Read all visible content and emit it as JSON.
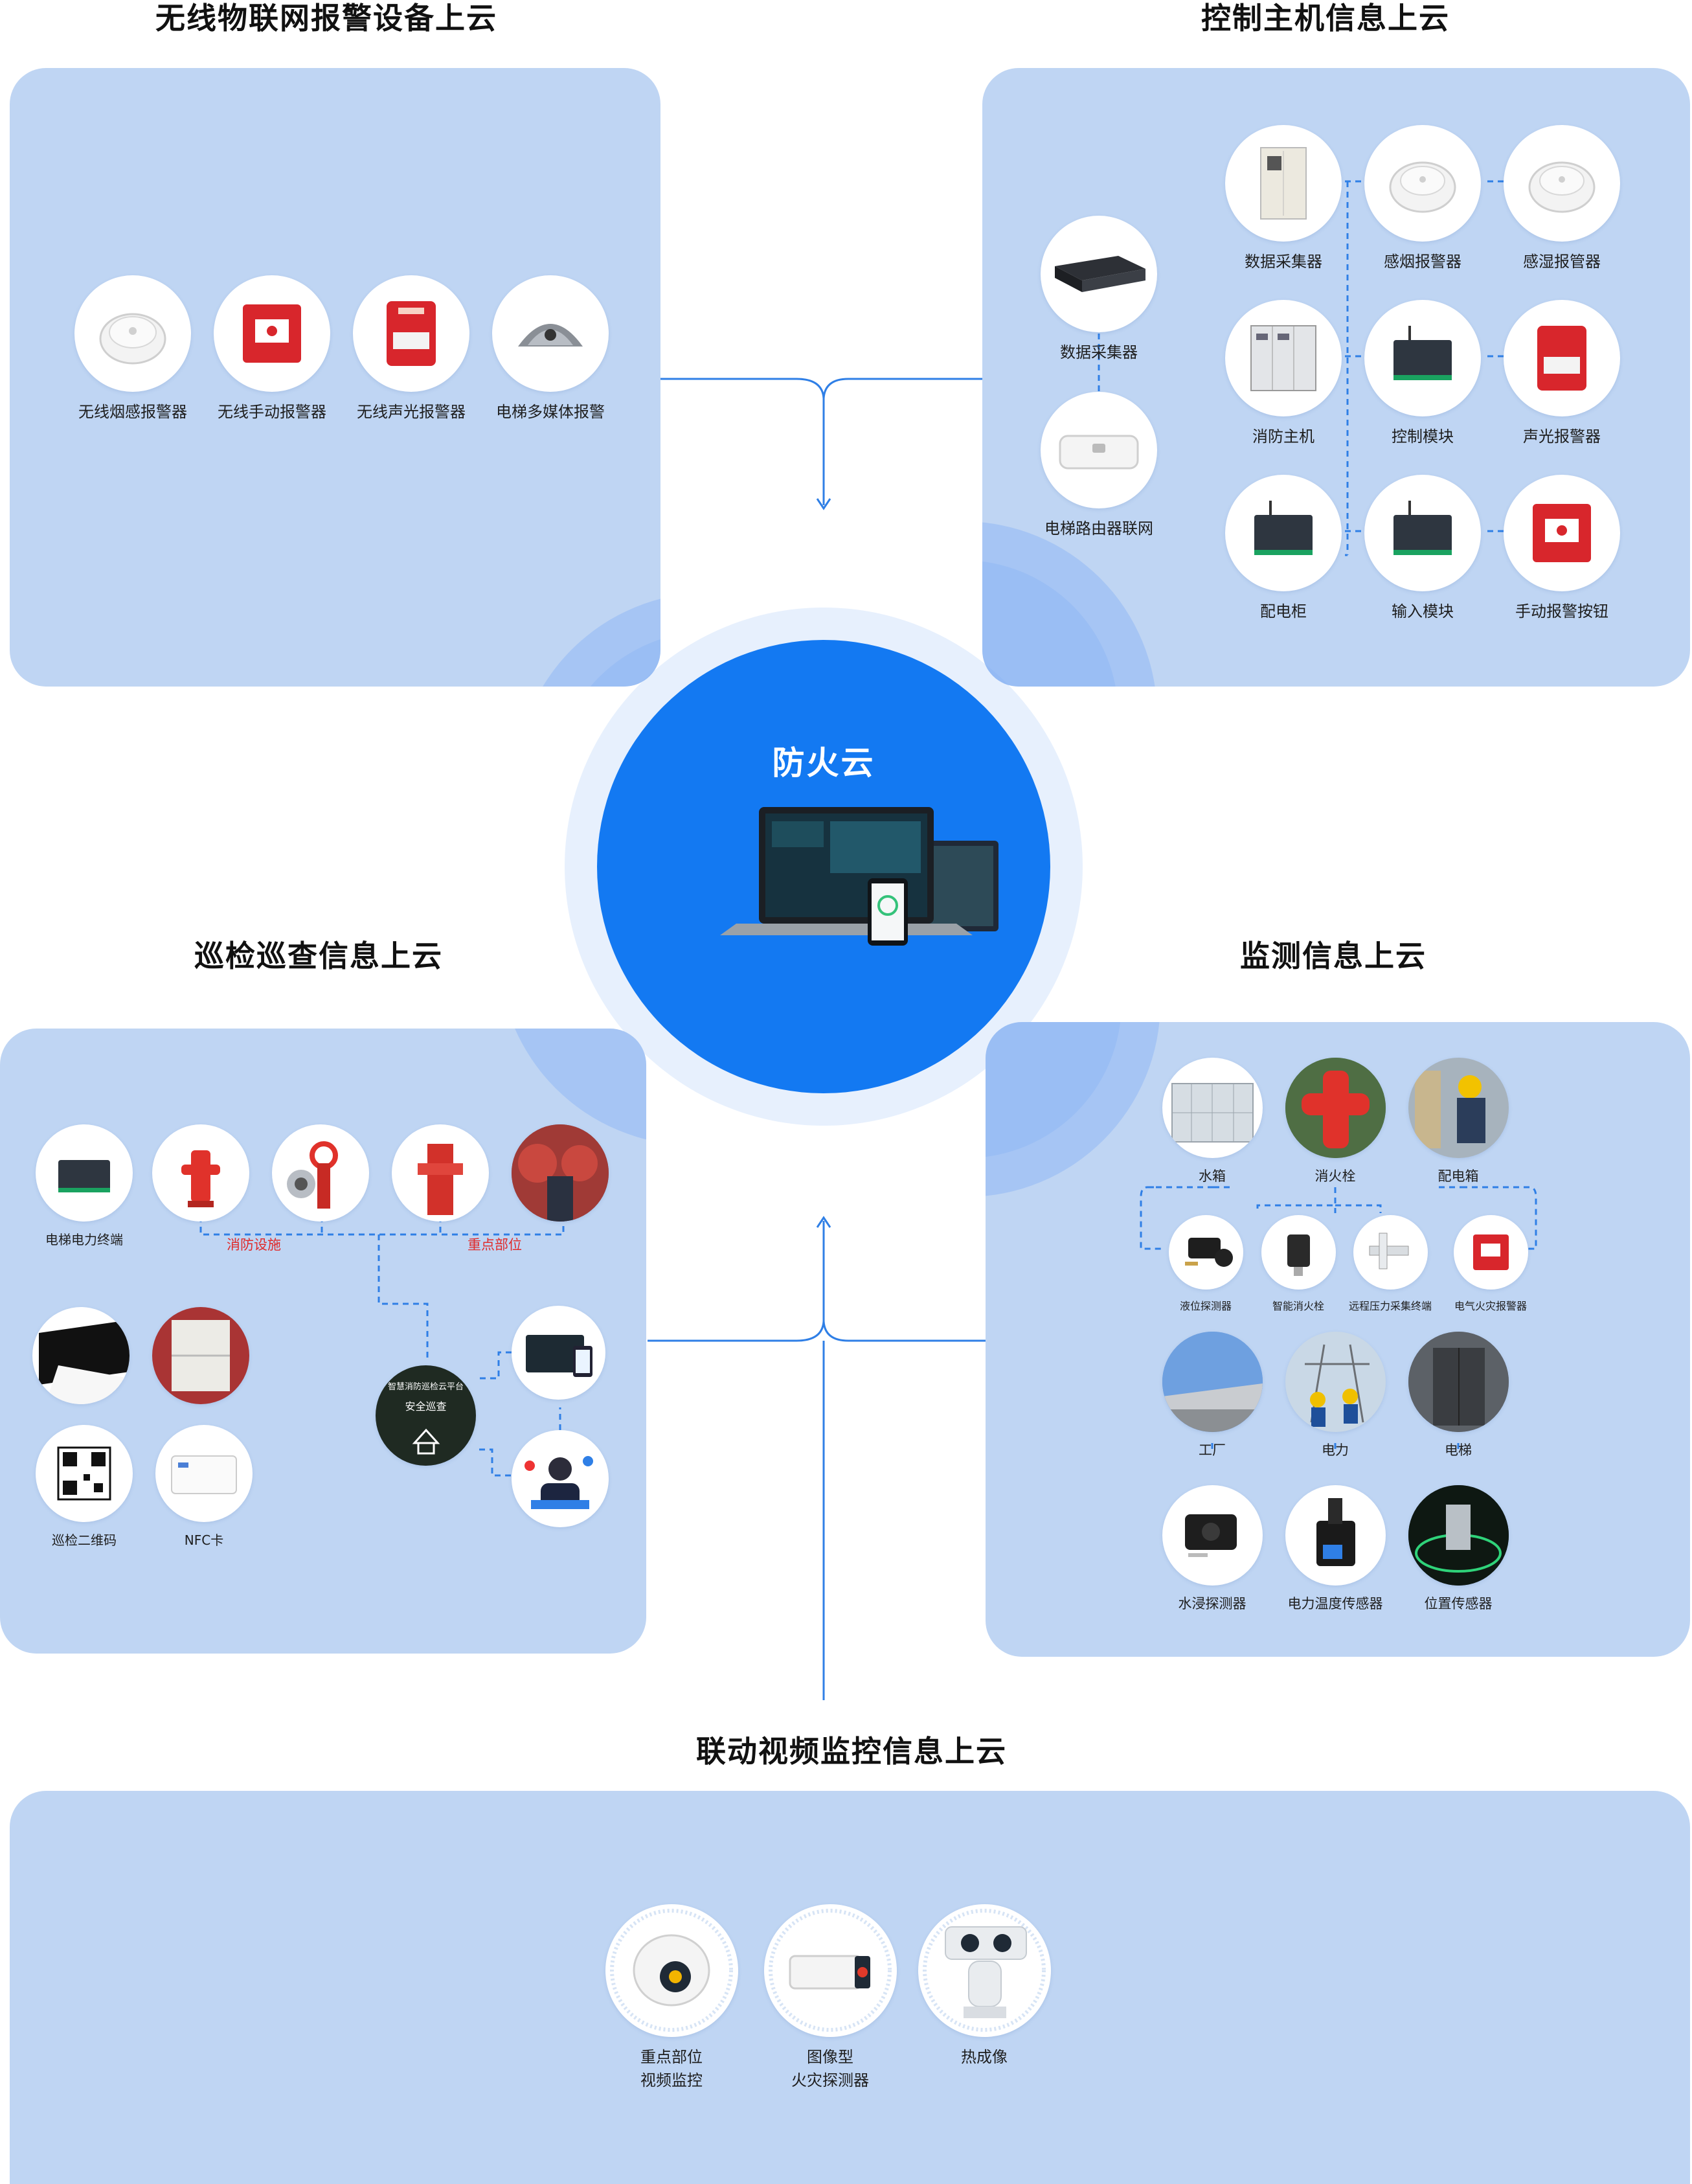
{
  "center": {
    "title": "防火云"
  },
  "sections": {
    "wireless": {
      "title": "无线物联网报警设备上云",
      "devices": [
        "无线烟感报警器",
        "无线手动报警器",
        "无线声光报警器",
        "电梯多媒体报警"
      ]
    },
    "host": {
      "title": "控制主机信息上云",
      "left_devices": [
        "数据采集器",
        "电梯路由器联网"
      ],
      "grid_devices": [
        "数据采集器",
        "感烟报警器",
        "感湿报管器",
        "消防主机",
        "控制模块",
        "声光报警器",
        "配电柜",
        "输入模块",
        "手动报警按钮"
      ]
    },
    "patrol": {
      "title": "巡检巡查信息上云",
      "top_devices": [
        "电梯电力终端"
      ],
      "group_labels": [
        "消防设施",
        "重点部位"
      ],
      "cards": [
        "巡检二维码",
        "NFC卡"
      ],
      "screen_text": "智慧消防巡检云平台",
      "screen_button": "安全巡查"
    },
    "monitor": {
      "title": "监测信息上云",
      "row1": [
        "水箱",
        "消火栓",
        "配电箱"
      ],
      "row2": [
        "液位探测器",
        "智能消火栓",
        "远程压力采集终端",
        "电气火灾报警器"
      ],
      "row3": [
        "工厂",
        "电力",
        "电梯"
      ],
      "row4": [
        "水浸探测器",
        "电力温度传感器",
        "位置传感器"
      ]
    },
    "video": {
      "title": "联动视频监控信息上云",
      "devices": [
        {
          "line1": "重点部位",
          "line2": "视频监控"
        },
        {
          "line1": "图像型",
          "line2": "火灾探测器"
        },
        {
          "line1": "热成像",
          "line2": ""
        }
      ]
    }
  },
  "colors": {
    "panel": "#bfd5f3",
    "accent": "#1379f2",
    "connector": "#2f7fe6",
    "label_red": "#e02a2a"
  }
}
